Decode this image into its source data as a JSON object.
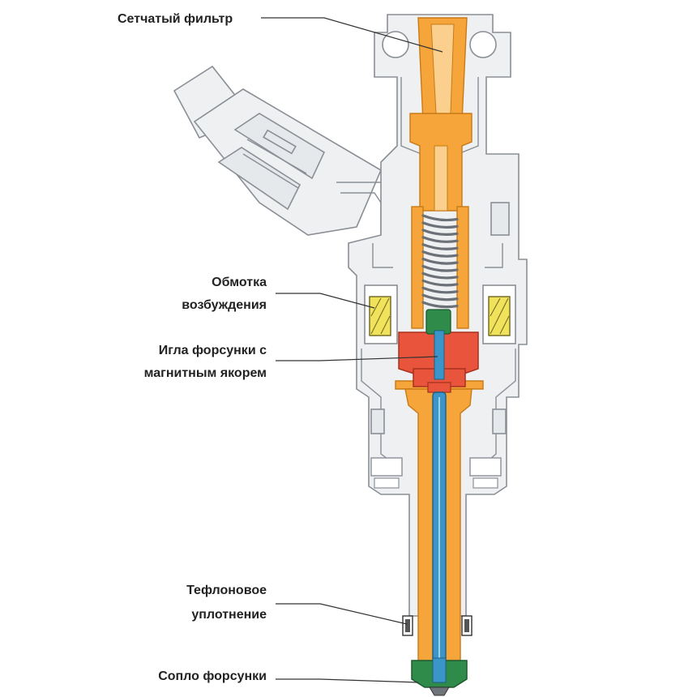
{
  "labels": {
    "filter": "Сетчатый фильтр",
    "coil_line1": "Обмотка",
    "coil_line2": "возбуждения",
    "needle_line1": "Игла форсунки с",
    "needle_line2": "магнитным якорем",
    "teflon_line1": "Тефлоновое",
    "teflon_line2": "уплотнение",
    "nozzle": "Сопло форсунки"
  },
  "colors": {
    "fuel": "#f5a53a",
    "fuel_stroke": "#c87a16",
    "armature": "#e8553c",
    "needle": "#3b95c9",
    "coil": "#f0e25a",
    "nozzle_tip": "#2e8b4a",
    "spring": "#6c7178",
    "housing": "#eef0f2",
    "housing_stroke": "#8a8f96"
  }
}
